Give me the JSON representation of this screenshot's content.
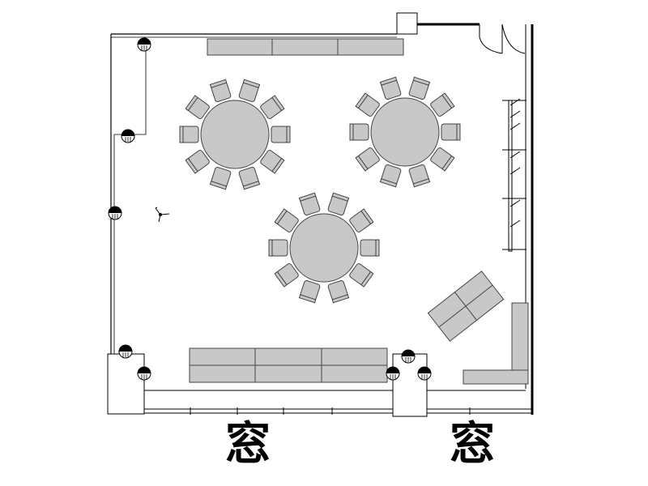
{
  "floor_plan": {
    "window_labels": [
      "窓",
      "窓"
    ],
    "colors": {
      "furniture_fill": "#c8c8c8",
      "outline": "#444444",
      "wall": "#000000",
      "background": "#ffffff"
    },
    "round_tables": [
      {
        "name": "left-top-table",
        "chairs": 10
      },
      {
        "name": "right-top-table",
        "chairs": 10
      },
      {
        "name": "center-table",
        "chairs": 10
      }
    ],
    "icons": [
      "light-fixture-icon",
      "ceiling-fan-icon",
      "door-swing-icon",
      "window-icon"
    ]
  }
}
